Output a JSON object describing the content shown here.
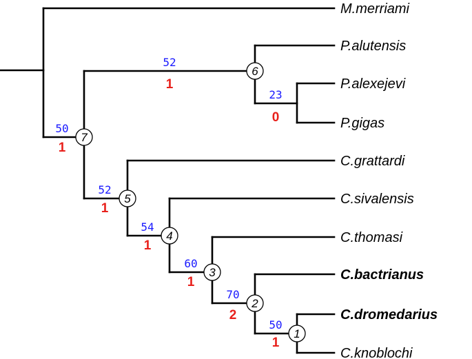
{
  "taxa": {
    "m_merriami": "M.merriami",
    "p_alutensis": "P.alutensis",
    "p_alexejevi": "P.alexejevi",
    "p_gigas": "P.gigas",
    "c_grattardi": "C.grattardi",
    "c_sivalensis": "C.sivalensis",
    "c_thomasi": "C.thomasi",
    "c_bactrianus": "C.bactrianus",
    "c_dromedarius": "C.dromedarius",
    "c_knoblochi": "C.knoblochi"
  },
  "nodes": {
    "n1": {
      "label": "1",
      "support": "50",
      "state": "1"
    },
    "n2": {
      "label": "2",
      "support": "70",
      "state": "2"
    },
    "n3": {
      "label": "3",
      "support": "60",
      "state": "1"
    },
    "n4": {
      "label": "4",
      "support": "54",
      "state": "1"
    },
    "n5": {
      "label": "5",
      "support": "52",
      "state": "1"
    },
    "n6": {
      "label": "6",
      "support": "52",
      "state": "1"
    },
    "n7": {
      "label": "7",
      "support": "50",
      "state": "1"
    },
    "alex_gigas": {
      "support": "23",
      "state": "0"
    }
  },
  "colors": {
    "branch": "#000000",
    "support": "#1a1aff",
    "state": "#e8201b"
  }
}
